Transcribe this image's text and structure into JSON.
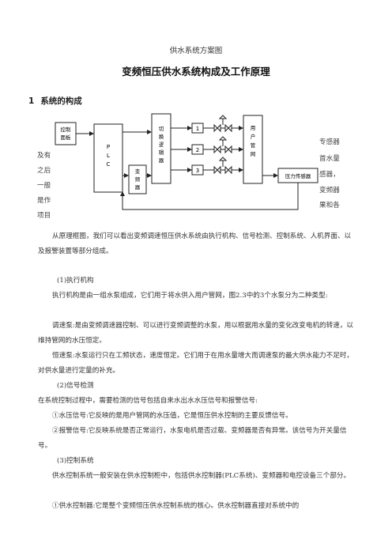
{
  "header": "供水系统方案图",
  "title": "变频恒压供水系统构成及工作原理",
  "section": {
    "number": "1",
    "title": "系统的构成"
  },
  "diagram": {
    "control_panel": "控制面板",
    "plc": "PLC",
    "switch_unit": "切换逻辑器",
    "inverter": "变频器",
    "pumps": [
      "1",
      "2",
      "3"
    ],
    "pipe_network": "用户管网",
    "pressure_sensor": "压力传感器"
  },
  "left_fragments": [
    "及有",
    "之后",
    "一般",
    "是作",
    "项目"
  ],
  "right_fragments": [
    "专感器",
    "首水量",
    "感器，",
    "变频器",
    "果和各"
  ],
  "paragraphs": [
    "从原理框图，我们可以看出变频调速恒压供水系统由执行机构、信号检测、控制系统、人机界面、以及报警装置等部分组成。",
    "(1)执行机构",
    "执行机构是由一组水泵组成，它们用于将水供入用户管网，图2.3中的3个水泵分为二种类型:",
    "调速泵:是由变频调速器控制、可以进行变频调整的水泵，用以根据用水量的变化改变电机的转速，以维持管网的水压恒定。",
    "恒速泵:水泵运行只在工频状态，速度恒定。它们用于在用水量增大而调速泵的最大供水能力不足时，对供水量进行定量的补充。",
    "(2)信号检测",
    "在系统控制过程中，需要检测的信号包括自来水出水水压信号和报警信号:",
    "①水压信号:它反映的是用户管网的水压值，它是恒压供水控制的主要反馈信号。",
    "②报警信号:它反映系统是否正常运行，水泵电机是否过载、变频器是否有异常。该信号为开关量信号。",
    "(3)控制系统",
    "供水控制系统一般安装在供水控制柜中，包括供水控制器(PLC系统)、变频器和电控设备三个部分。",
    "①供水控制器:它是整个变频恒压供水控制系统的核心。供水控制器直接对系统中的"
  ]
}
